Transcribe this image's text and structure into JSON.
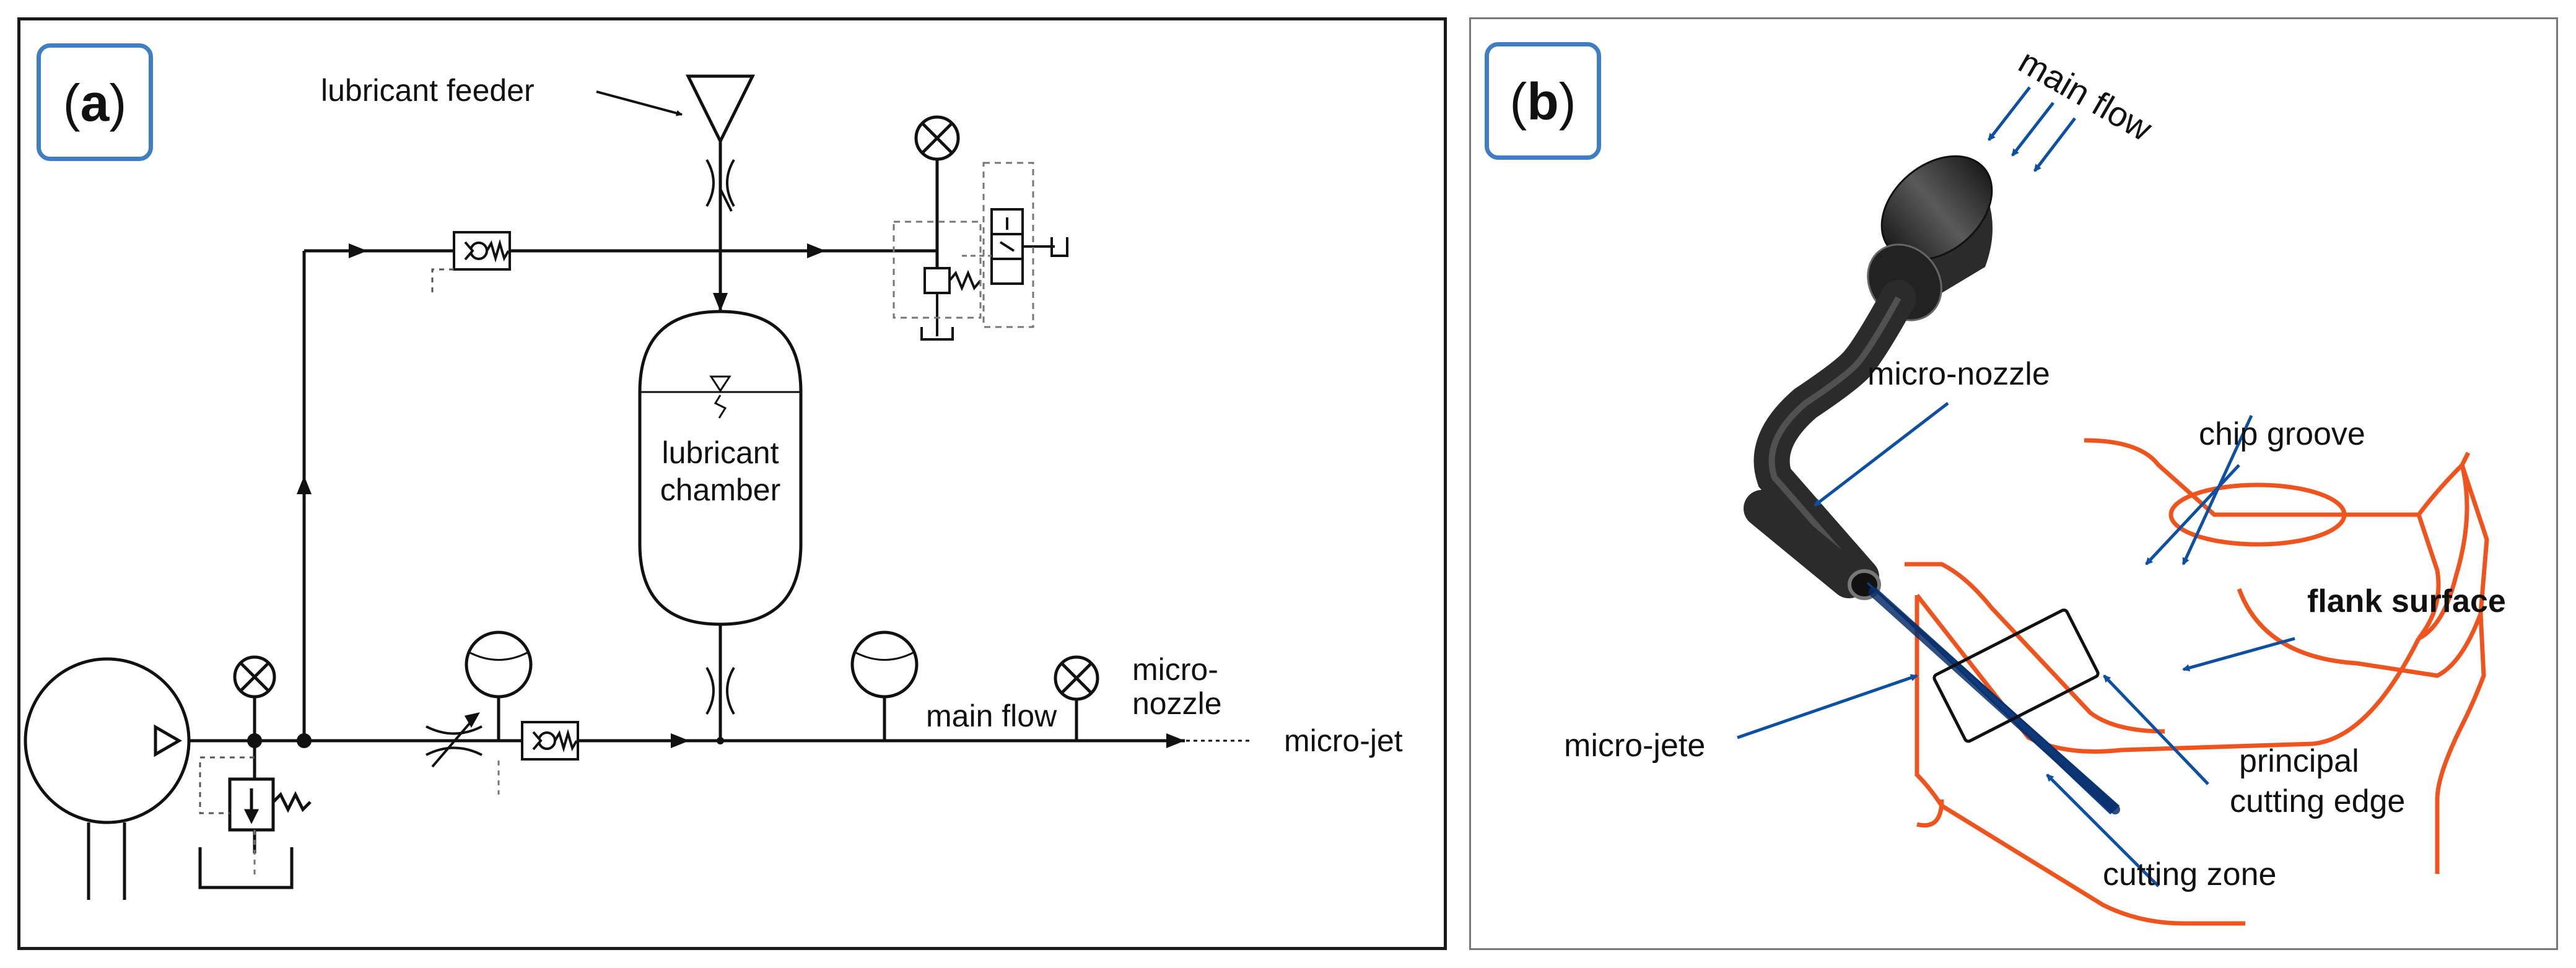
{
  "panels": {
    "a": {
      "badge_open": "(",
      "badge_letter": "a",
      "badge_close": ")",
      "labels": {
        "lubricant_feeder": "lubricant feeder",
        "lubricant": "lubricant",
        "chamber": "chamber",
        "main_flow": "main flow",
        "micro": "micro-",
        "nozzle": "nozzle",
        "micro_jet": "micro-jet"
      }
    },
    "b": {
      "badge_open": "(",
      "badge_letter": "b",
      "badge_close": ")",
      "labels": {
        "main_flow": "main flow",
        "micro_nozzle": "micro-nozzle",
        "chip_groove": "chip groove",
        "flank_surface": "flank surface",
        "micro_jete": "micro-jete",
        "principal": "principal",
        "cutting_edge": "cutting edge",
        "cutting_zone": "cutting zone"
      }
    }
  },
  "colors": {
    "badge_border": "#3f7ec2",
    "tool_outline": "#f0541e",
    "arrow_blue": "#0d4fa0",
    "jet_blue": "#1f6fd0",
    "nozzle_dark": "#2b2b2b"
  }
}
